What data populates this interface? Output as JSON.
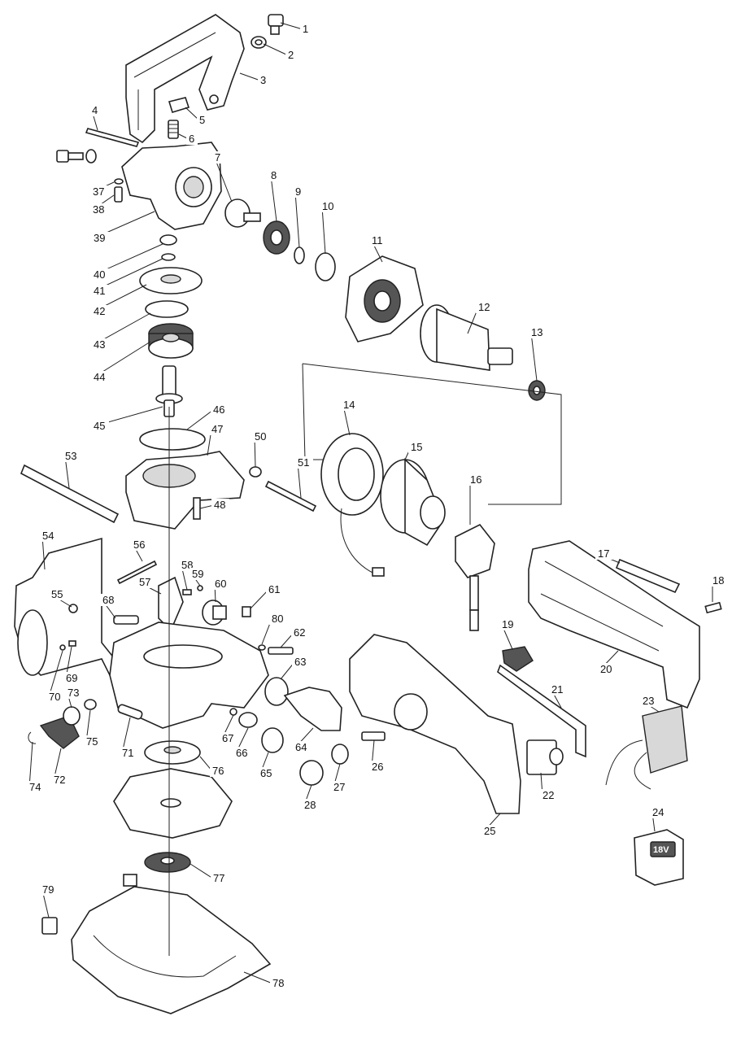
{
  "parts": [
    {
      "id": "p1",
      "label": "1"
    },
    {
      "id": "p2",
      "label": "2"
    },
    {
      "id": "p3",
      "label": "3"
    },
    {
      "id": "p4",
      "label": "4"
    },
    {
      "id": "p5",
      "label": "5"
    },
    {
      "id": "p6",
      "label": "6"
    },
    {
      "id": "p7",
      "label": "7"
    },
    {
      "id": "p8",
      "label": "8"
    },
    {
      "id": "p9",
      "label": "9"
    },
    {
      "id": "p10",
      "label": "10"
    },
    {
      "id": "p11",
      "label": "11"
    },
    {
      "id": "p12",
      "label": "12"
    },
    {
      "id": "p13",
      "label": "13"
    },
    {
      "id": "p14",
      "label": "14"
    },
    {
      "id": "p15",
      "label": "15"
    },
    {
      "id": "p16",
      "label": "16"
    },
    {
      "id": "p17",
      "label": "17"
    },
    {
      "id": "p18",
      "label": "18"
    },
    {
      "id": "p19",
      "label": "19"
    },
    {
      "id": "p20",
      "label": "20"
    },
    {
      "id": "p21",
      "label": "21"
    },
    {
      "id": "p22",
      "label": "22"
    },
    {
      "id": "p23",
      "label": "23"
    },
    {
      "id": "p24",
      "label": "24"
    },
    {
      "id": "p25",
      "label": "25"
    },
    {
      "id": "p26",
      "label": "26"
    },
    {
      "id": "p27",
      "label": "27"
    },
    {
      "id": "p28",
      "label": "28"
    },
    {
      "id": "p37",
      "label": "37"
    },
    {
      "id": "p38",
      "label": "38"
    },
    {
      "id": "p39",
      "label": "39"
    },
    {
      "id": "p40",
      "label": "40"
    },
    {
      "id": "p41",
      "label": "41"
    },
    {
      "id": "p42",
      "label": "42"
    },
    {
      "id": "p43",
      "label": "43"
    },
    {
      "id": "p44",
      "label": "44"
    },
    {
      "id": "p45",
      "label": "45"
    },
    {
      "id": "p46",
      "label": "46"
    },
    {
      "id": "p47",
      "label": "47"
    },
    {
      "id": "p48",
      "label": "48"
    },
    {
      "id": "p50",
      "label": "50"
    },
    {
      "id": "p51",
      "label": "51"
    },
    {
      "id": "p53",
      "label": "53"
    },
    {
      "id": "p54",
      "label": "54"
    },
    {
      "id": "p55",
      "label": "55"
    },
    {
      "id": "p56",
      "label": "56"
    },
    {
      "id": "p57",
      "label": "57"
    },
    {
      "id": "p58",
      "label": "58"
    },
    {
      "id": "p59",
      "label": "59"
    },
    {
      "id": "p60",
      "label": "60"
    },
    {
      "id": "p61",
      "label": "61"
    },
    {
      "id": "p62",
      "label": "62"
    },
    {
      "id": "p63",
      "label": "63"
    },
    {
      "id": "p64",
      "label": "64"
    },
    {
      "id": "p65",
      "label": "65"
    },
    {
      "id": "p66",
      "label": "66"
    },
    {
      "id": "p67",
      "label": "67"
    },
    {
      "id": "p68",
      "label": "68"
    },
    {
      "id": "p69",
      "label": "69"
    },
    {
      "id": "p70",
      "label": "70"
    },
    {
      "id": "p71",
      "label": "71"
    },
    {
      "id": "p72",
      "label": "72"
    },
    {
      "id": "p73",
      "label": "73"
    },
    {
      "id": "p74",
      "label": "74"
    },
    {
      "id": "p75",
      "label": "75"
    },
    {
      "id": "p76",
      "label": "76"
    },
    {
      "id": "p77",
      "label": "77"
    },
    {
      "id": "p78",
      "label": "78"
    },
    {
      "id": "p79",
      "label": "79"
    },
    {
      "id": "p80",
      "label": "80"
    }
  ],
  "battery_badge": "18V"
}
